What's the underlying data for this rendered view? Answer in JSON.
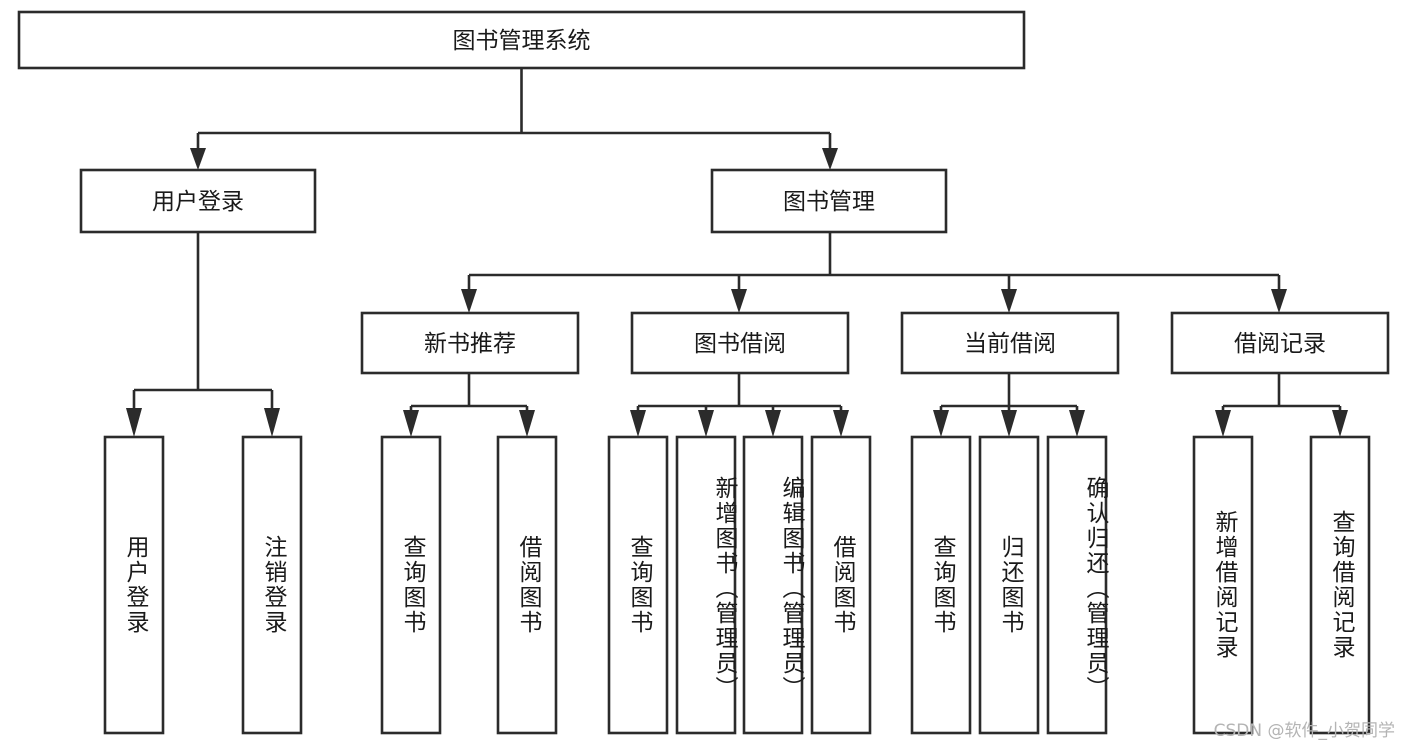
{
  "diagram": {
    "type": "tree-hierarchy",
    "title": "图书管理系统",
    "root": {
      "id": "root",
      "label": "图书管理系统",
      "orientation": "horizontal"
    },
    "level2": [
      {
        "id": "user-login",
        "label": "用户登录",
        "orientation": "horizontal"
      },
      {
        "id": "book-manage",
        "label": "图书管理",
        "orientation": "horizontal"
      }
    ],
    "level3": [
      {
        "id": "new-book-recommend",
        "label": "新书推荐",
        "parent": "book-manage",
        "orientation": "horizontal"
      },
      {
        "id": "book-borrow",
        "label": "图书借阅",
        "parent": "book-manage",
        "orientation": "horizontal"
      },
      {
        "id": "current-borrow",
        "label": "当前借阅",
        "parent": "book-manage",
        "orientation": "horizontal"
      },
      {
        "id": "borrow-record",
        "label": "借阅记录",
        "parent": "book-manage",
        "orientation": "horizontal"
      }
    ],
    "leaves": [
      {
        "id": "leaf-user-login",
        "label": "用户登录",
        "parent": "user-login",
        "orientation": "vertical"
      },
      {
        "id": "leaf-user-logout",
        "label": "注销登录",
        "parent": "user-login",
        "orientation": "vertical"
      },
      {
        "id": "leaf-query-book-1",
        "label": "查询图书",
        "parent": "new-book-recommend",
        "orientation": "vertical"
      },
      {
        "id": "leaf-borrow-book-1",
        "label": "借阅图书",
        "parent": "new-book-recommend",
        "orientation": "vertical"
      },
      {
        "id": "leaf-query-book-2",
        "label": "查询图书",
        "parent": "book-borrow",
        "orientation": "vertical"
      },
      {
        "id": "leaf-add-book",
        "label": "新增图书（管理员）",
        "parent": "book-borrow",
        "orientation": "vertical"
      },
      {
        "id": "leaf-edit-book",
        "label": "编辑图书（管理员）",
        "parent": "book-borrow",
        "orientation": "vertical"
      },
      {
        "id": "leaf-borrow-book-2",
        "label": "借阅图书",
        "parent": "book-borrow",
        "orientation": "vertical"
      },
      {
        "id": "leaf-query-book-3",
        "label": "查询图书",
        "parent": "current-borrow",
        "orientation": "vertical"
      },
      {
        "id": "leaf-return-book",
        "label": "归还图书",
        "parent": "current-borrow",
        "orientation": "vertical"
      },
      {
        "id": "leaf-confirm-return",
        "label": "确认归还（管理员）",
        "parent": "current-borrow",
        "orientation": "vertical"
      },
      {
        "id": "leaf-add-record",
        "label": "新增借阅记录",
        "parent": "borrow-record",
        "orientation": "vertical"
      },
      {
        "id": "leaf-query-record",
        "label": "查询借阅记录",
        "parent": "borrow-record",
        "orientation": "vertical"
      }
    ],
    "watermark": "CSDN @软件_小贺同学",
    "colors": {
      "background": "#ffffff",
      "box_fill": "#ffffff",
      "box_stroke": "#2b2b2b",
      "text": "#1a1a1a",
      "watermark": "#b4b4b4"
    }
  }
}
